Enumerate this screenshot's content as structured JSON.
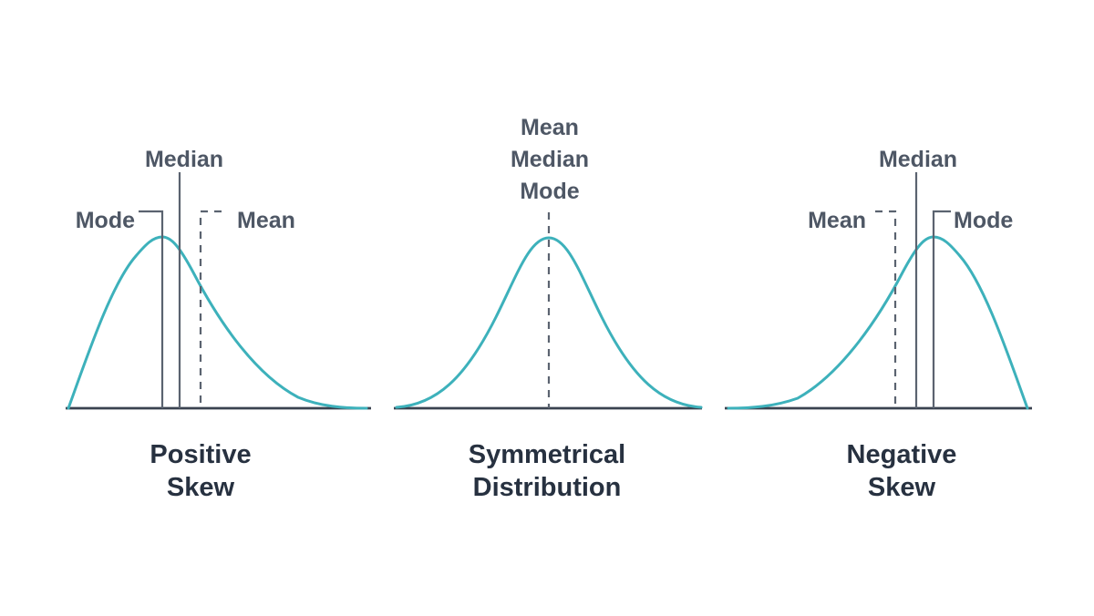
{
  "diagram": {
    "colors": {
      "curve": "#3db1bb",
      "axis": "#39424f",
      "marker": "#5b6370",
      "label-text": "#4e5765",
      "title-text": "#273140",
      "bg": "#ffffff"
    },
    "panels": [
      {
        "id": "positive-skew",
        "skew": "positive",
        "title": [
          "Positive",
          "Skew"
        ],
        "labels": {
          "mode": "Mode",
          "median": "Median",
          "mean": "Mean"
        },
        "mode_line_style": "solid",
        "median_line_style": "solid",
        "mean_line_style": "dashed"
      },
      {
        "id": "symmetrical-distribution",
        "skew": "none",
        "title": [
          "Symmetrical",
          "Distribution"
        ],
        "labels": {
          "mean": "Mean",
          "median": "Median",
          "mode": "Mode"
        },
        "center_line_style": "dashed"
      },
      {
        "id": "negative-skew",
        "skew": "negative",
        "title": [
          "Negative",
          "Skew"
        ],
        "labels": {
          "mean": "Mean",
          "median": "Median",
          "mode": "Mode"
        },
        "mean_line_style": "dashed",
        "median_line_style": "solid",
        "mode_line_style": "solid"
      }
    ]
  }
}
